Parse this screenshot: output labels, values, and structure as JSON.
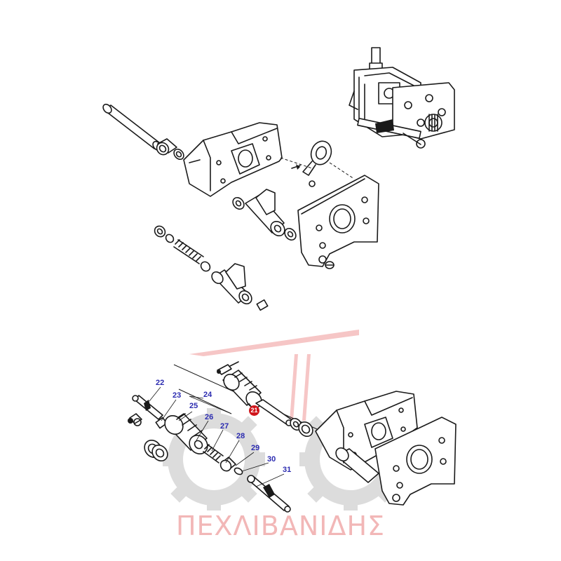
{
  "watermark": {
    "brand_text": "ΠΕΧΛΙΒΑΝΙΔΗΣ",
    "brand_color": "#f2b7b7",
    "gear_color": "#dcdcdc"
  },
  "callouts": [
    {
      "id": "22",
      "label": "22",
      "color": "#2b2bb0"
    },
    {
      "id": "23",
      "label": "23",
      "color": "#2b2bb0"
    },
    {
      "id": "24",
      "label": "24",
      "color": "#2b2bb0"
    },
    {
      "id": "25",
      "label": "25",
      "color": "#2b2bb0"
    },
    {
      "id": "26",
      "label": "26",
      "color": "#2b2bb0"
    },
    {
      "id": "27",
      "label": "27",
      "color": "#2b2bb0"
    },
    {
      "id": "28",
      "label": "28",
      "color": "#2b2bb0"
    },
    {
      "id": "29",
      "label": "29",
      "color": "#2b2bb0"
    },
    {
      "id": "30",
      "label": "30",
      "color": "#2b2bb0"
    },
    {
      "id": "31",
      "label": "31",
      "color": "#2b2bb0"
    }
  ],
  "highlighted_callout": {
    "label": "21",
    "color": "#d0161c"
  }
}
